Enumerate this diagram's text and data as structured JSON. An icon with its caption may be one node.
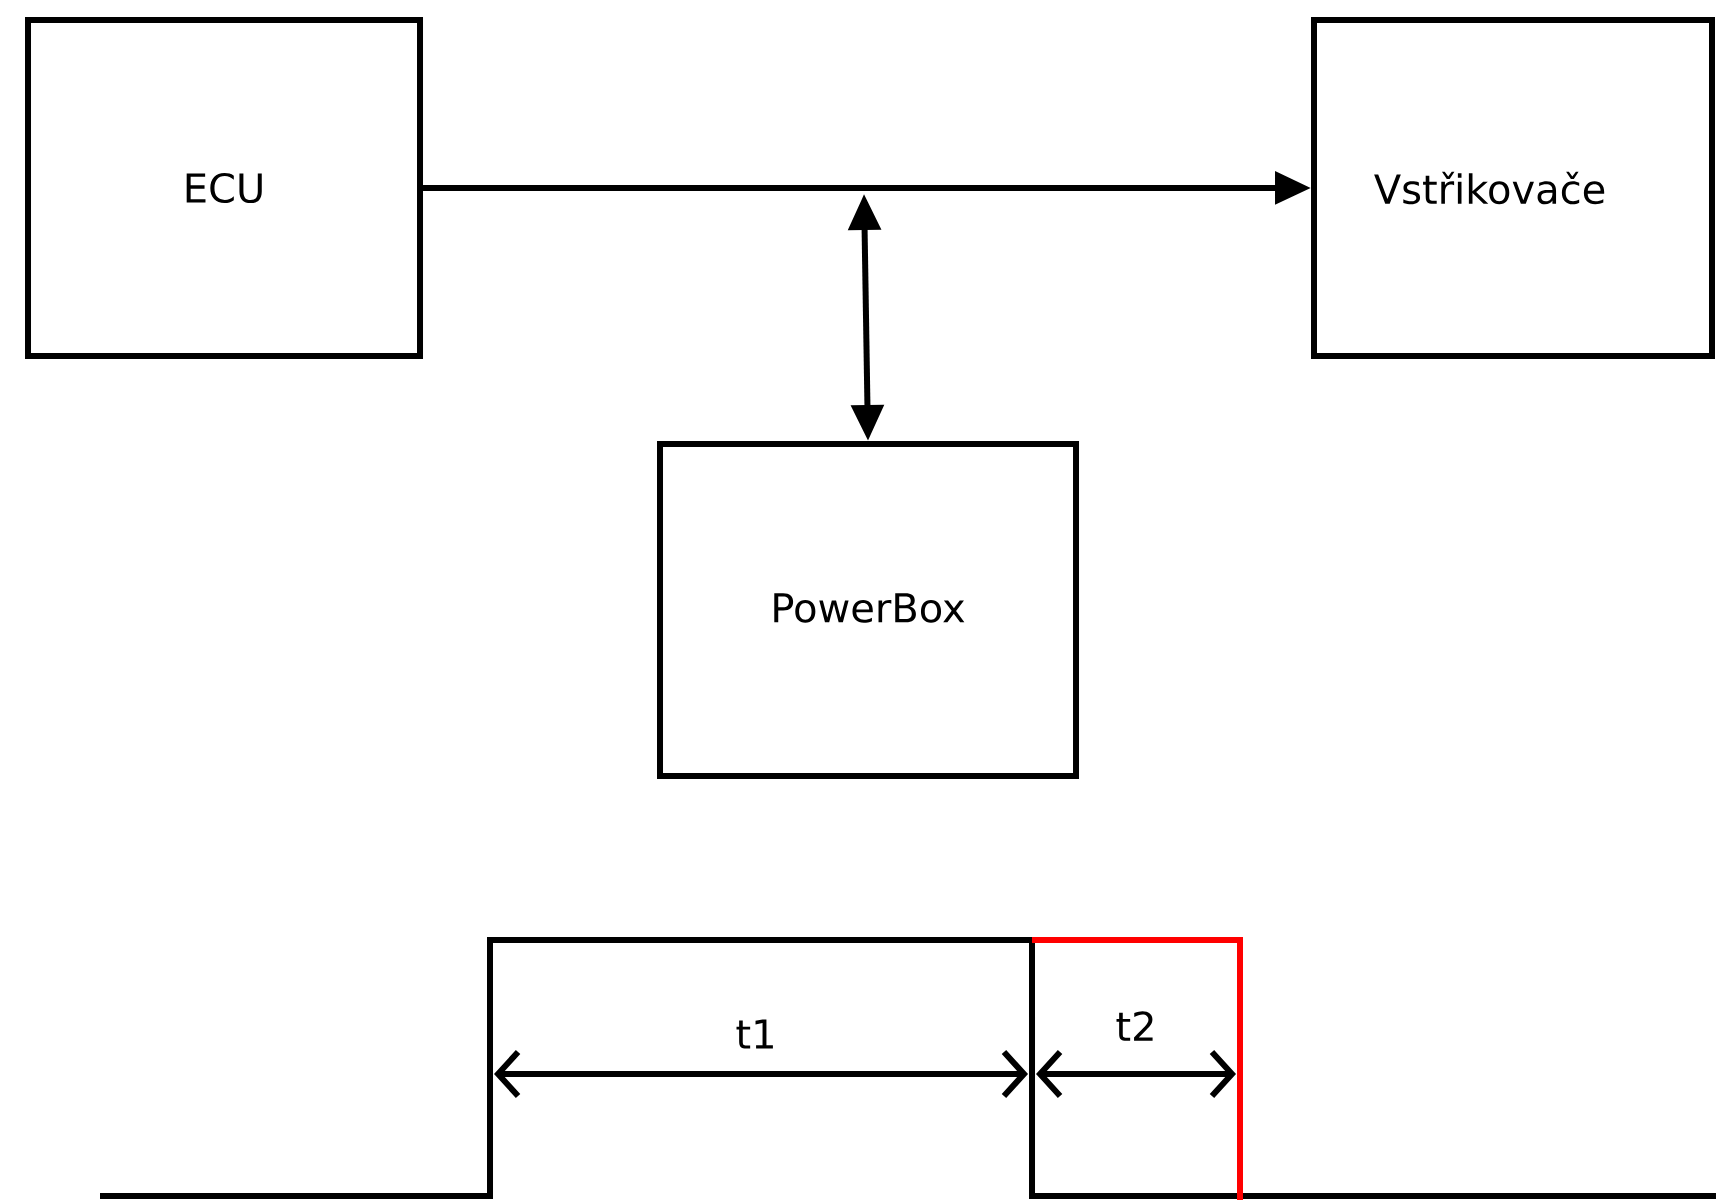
{
  "diagram": {
    "nodes": [
      {
        "text": [
          "ECU"
        ]
      },
      {
        "text": [
          "Vstřikovače"
        ]
      },
      {
        "text": [
          "PowerBox"
        ]
      }
    ],
    "edges": [
      {
        "from": 0,
        "to": 1,
        "arrow": "to"
      },
      {
        "from": null,
        "to": 2,
        "arrow": "both"
      }
    ],
    "labels": [
      "t1",
      "t2"
    ]
  }
}
